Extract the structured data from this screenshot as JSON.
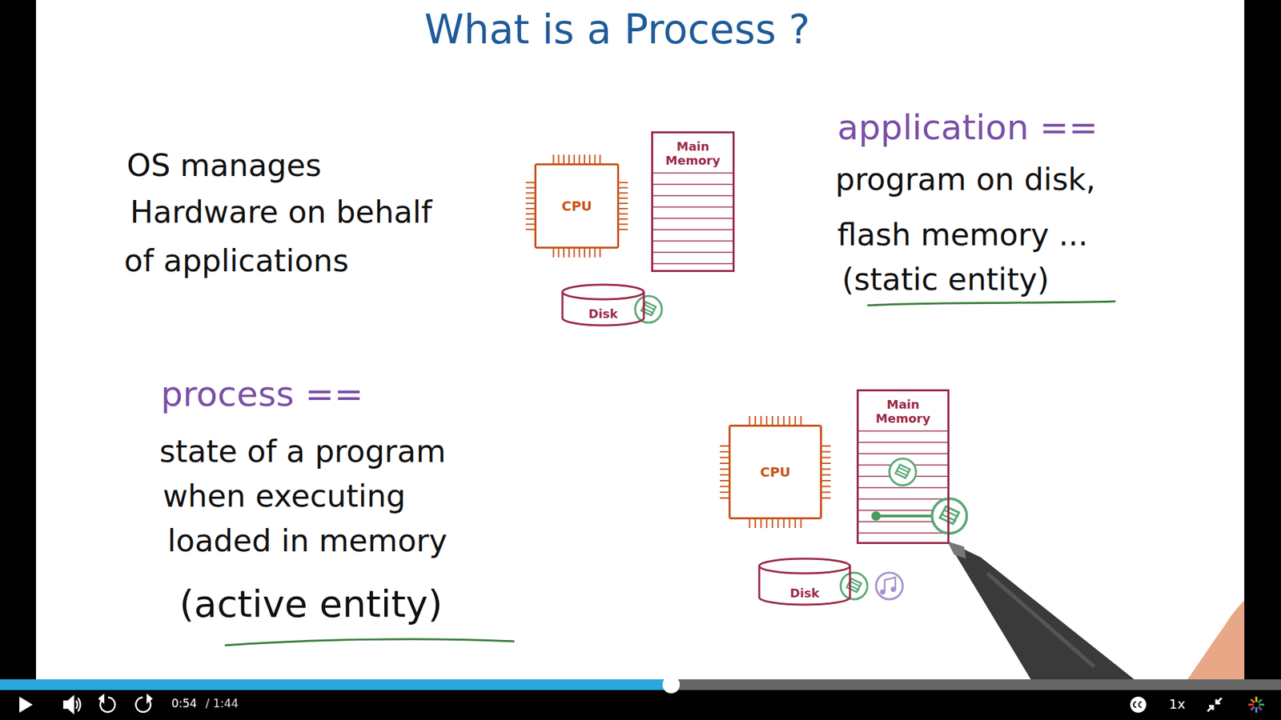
{
  "diagram": {
    "title": "What is a Process ?",
    "nodes": [
      {
        "text": [
          "CPU"
        ]
      },
      {
        "text": [
          "Main Memory"
        ]
      },
      {
        "text": [
          "Disk"
        ]
      },
      {
        "text": [
          "CPU"
        ]
      },
      {
        "text": [
          "Main Memory"
        ]
      },
      {
        "text": [
          "Disk"
        ]
      }
    ],
    "labels": [
      "OS manages",
      "Hardware on behalf",
      "of applications",
      "application ==",
      "program on disk,",
      "flash memory ...",
      "(static entity)",
      "process ==",
      "state of a program",
      "when executing",
      "loaded in memory",
      "(active entity)",
      "0:54",
      "/ 1:44",
      "1x"
    ]
  }
}
